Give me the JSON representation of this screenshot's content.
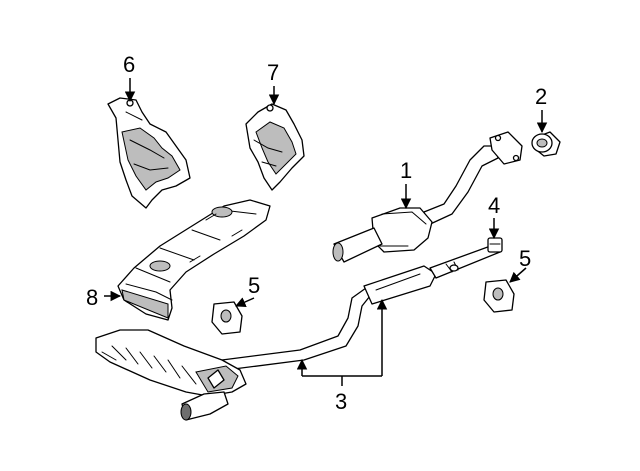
{
  "callouts": {
    "c1": "1",
    "c2": "2",
    "c3": "3",
    "c4": "4",
    "c5a": "5",
    "c5b": "5",
    "c6": "6",
    "c7": "7",
    "c8": "8"
  }
}
